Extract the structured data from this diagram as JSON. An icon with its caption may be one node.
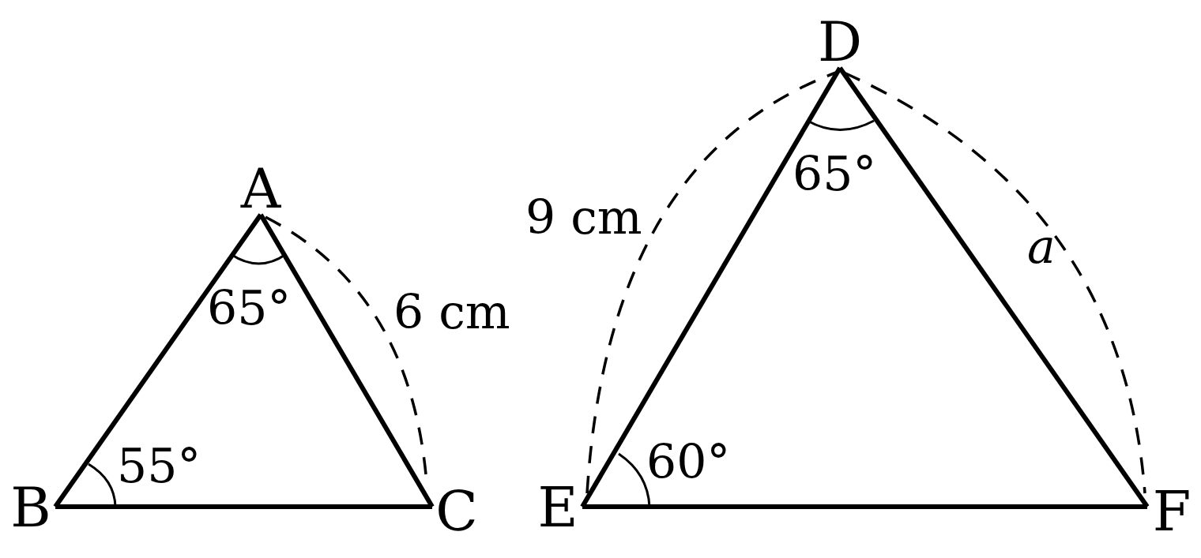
{
  "diagram": {
    "nodes": [
      {
        "text": [
          "A"
        ]
      },
      {
        "text": [
          "B"
        ]
      },
      {
        "text": [
          "C"
        ]
      },
      {
        "text": [
          "D"
        ]
      },
      {
        "text": [
          "E"
        ]
      },
      {
        "text": [
          "F"
        ]
      }
    ],
    "edges": [
      {
        "from": 0,
        "to": 1,
        "arrow": "none"
      },
      {
        "from": 1,
        "to": 2,
        "arrow": "none"
      },
      {
        "from": 2,
        "to": 0,
        "arrow": "none"
      },
      {
        "from": 3,
        "to": 4,
        "arrow": "none"
      },
      {
        "from": 4,
        "to": 5,
        "arrow": "none"
      },
      {
        "from": 5,
        "to": 3,
        "arrow": "none"
      }
    ],
    "labels": [
      "65°",
      "6 cm",
      "55°",
      "65°",
      "9 cm",
      "a",
      "60°"
    ]
  }
}
